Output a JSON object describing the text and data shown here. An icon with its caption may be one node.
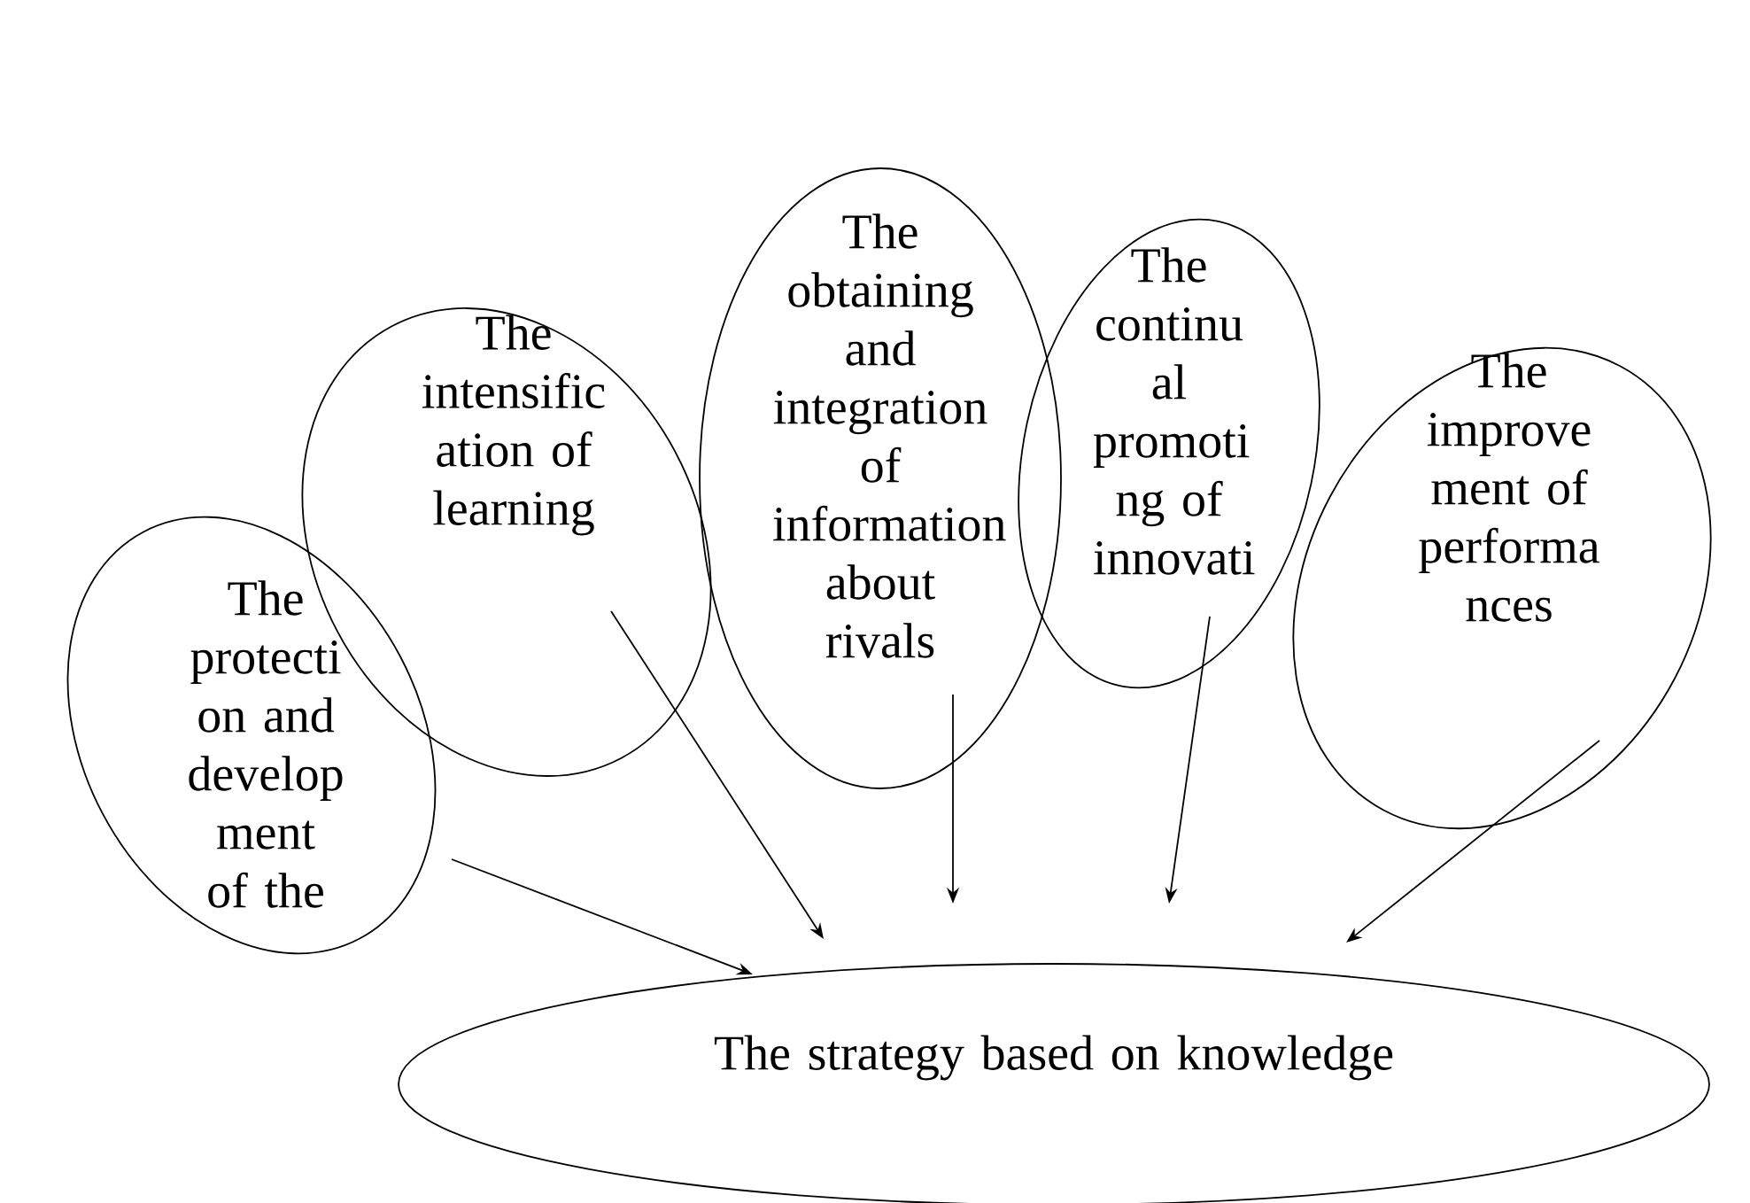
{
  "diagram": {
    "nodes": [
      {
        "text": [
          "The protecti on and develop ment of the"
        ]
      },
      {
        "text": [
          "The intensific ation of learning"
        ]
      },
      {
        "text": [
          "The obtaining and integration of information about rivals"
        ]
      },
      {
        "text": [
          "The continu al promoti ng of innovati"
        ]
      },
      {
        "text": [
          "The improve ment of performa nces"
        ]
      },
      {
        "text": [
          "The strategy based on knowledge"
        ]
      }
    ],
    "edges": [
      {
        "from": 0,
        "to": 5,
        "arrow": "to"
      },
      {
        "from": 1,
        "to": 5,
        "arrow": "to"
      },
      {
        "from": 2,
        "to": 5,
        "arrow": "to"
      },
      {
        "from": 3,
        "to": 5,
        "arrow": "to"
      },
      {
        "from": 4,
        "to": 5,
        "arrow": "to"
      }
    ]
  }
}
